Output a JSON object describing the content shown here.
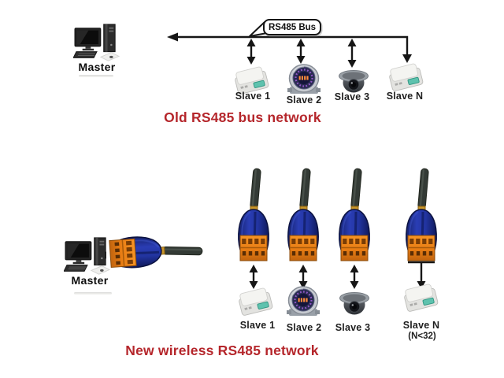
{
  "top_network": {
    "master_label": "Master",
    "bus_label": "RS485 Bus",
    "caption": "Old RS485 bus network",
    "slaves": [
      {
        "label": "Slave 1",
        "device": "scale-icon"
      },
      {
        "label": "Slave 2",
        "device": "meter-icon"
      },
      {
        "label": "Slave 3",
        "device": "dome-camera-icon"
      },
      {
        "label": "Slave N",
        "device": "scale-icon"
      }
    ]
  },
  "bottom_network": {
    "master_label": "Master",
    "caption": "New wireless RS485 network",
    "adapter_device": "wireless-rs485-adapter",
    "slaves": [
      {
        "label": "Slave 1",
        "device": "scale-icon"
      },
      {
        "label": "Slave 2",
        "device": "meter-icon"
      },
      {
        "label": "Slave 3",
        "device": "dome-camera-icon"
      },
      {
        "label": "Slave N",
        "note": "(N<32)",
        "device": "scale-icon"
      }
    ]
  },
  "colors": {
    "caption_red": "#b5262b",
    "adapter_blue": "#2238a8",
    "adapter_orange": "#ef8b1e",
    "line_black": "#161616",
    "scale_display_teal": "#5ec2ae"
  }
}
